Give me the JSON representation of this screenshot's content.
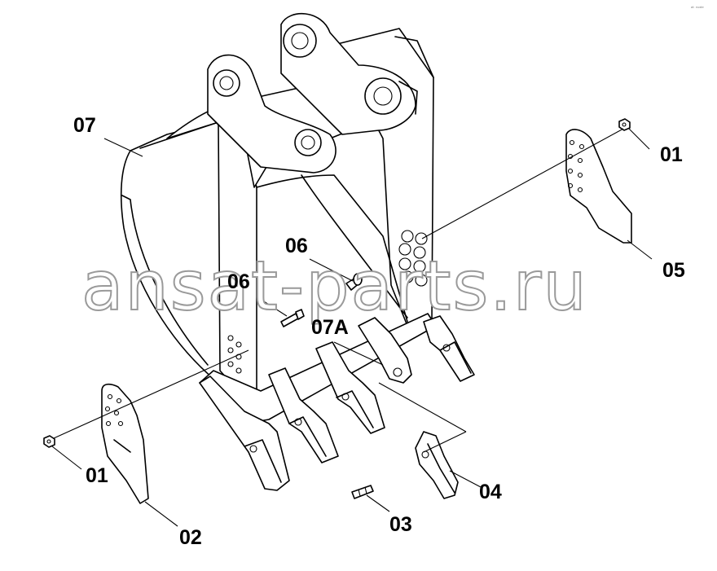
{
  "watermark": "ansat-parts.ru",
  "corner_mark": "ᵃᵗ ⁿᵒᵈᵉ",
  "callouts": [
    {
      "id": "01a",
      "text": "01"
    },
    {
      "id": "01b",
      "text": "01"
    },
    {
      "id": "02",
      "text": "02"
    },
    {
      "id": "03",
      "text": "03"
    },
    {
      "id": "04",
      "text": "04"
    },
    {
      "id": "05",
      "text": "05"
    },
    {
      "id": "06a",
      "text": "06"
    },
    {
      "id": "06b",
      "text": "06"
    },
    {
      "id": "07",
      "text": "07"
    },
    {
      "id": "07A",
      "text": "07A"
    }
  ]
}
